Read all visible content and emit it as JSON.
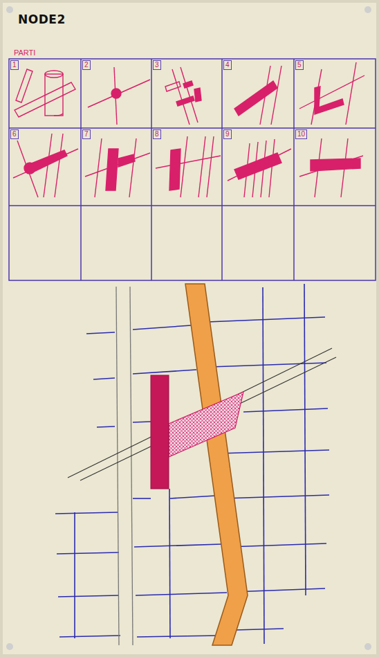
{
  "diagram": {
    "title": "NODE2",
    "labels": [
      "PARTI",
      "1",
      "2",
      "3",
      "4",
      "5",
      "6",
      "7",
      "8",
      "9",
      "10"
    ]
  }
}
